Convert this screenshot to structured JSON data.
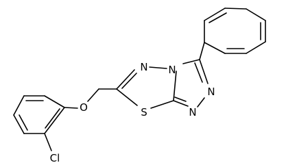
{
  "atoms": {
    "n_ring_top": "N",
    "n_bridge": "N",
    "n_right_upper": "N",
    "n_right_lower": "N",
    "s_ring": "S",
    "o_ether": "O",
    "cl": "Cl"
  }
}
